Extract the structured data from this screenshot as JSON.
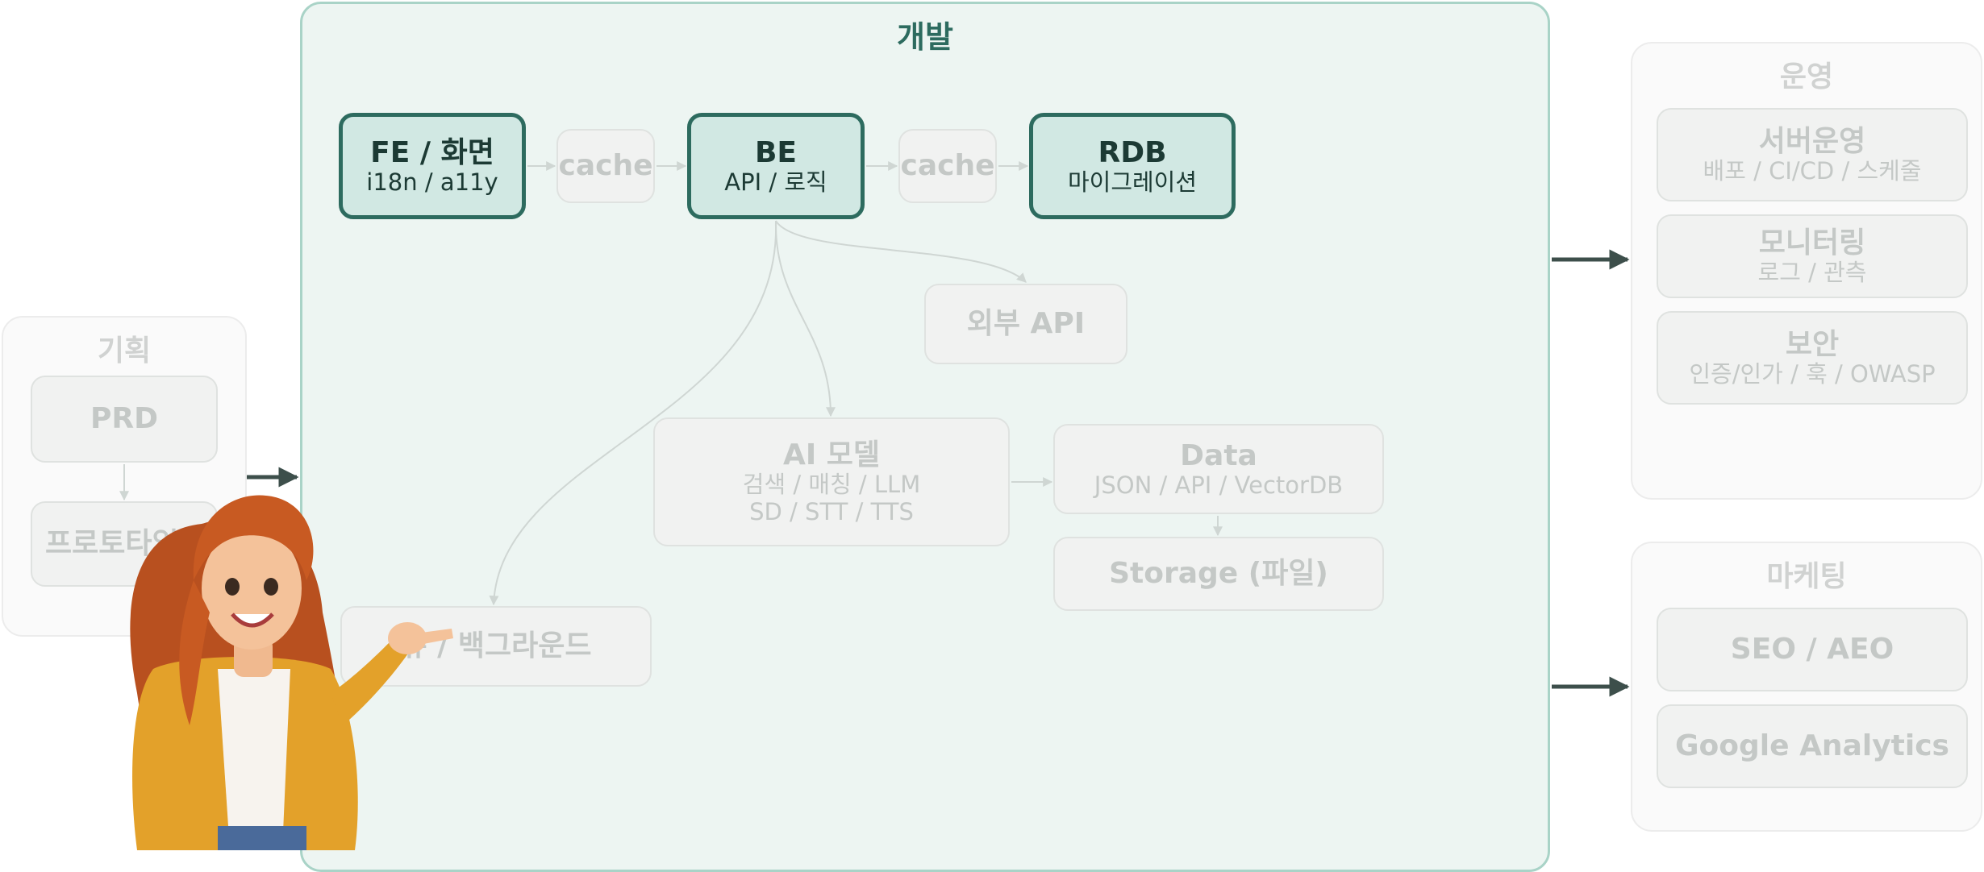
{
  "groups": {
    "planning": {
      "title": "기획",
      "nodes": {
        "prd": "PRD",
        "prototype": "프로토타입"
      }
    },
    "dev": {
      "title": "개발",
      "nodes": {
        "fe": {
          "title": "FE / 화면",
          "sub": "i18n / a11y"
        },
        "cache1": "cache",
        "be": {
          "title": "BE",
          "sub": "API / 로직"
        },
        "cache2": "cache",
        "rdb": {
          "title": "RDB",
          "sub": "마이그레이션"
        },
        "external_api": "외부 API",
        "ai_model": {
          "title": "AI 모델",
          "sub1": "검색 / 매칭 / LLM",
          "sub2": "SD / STT / TTS"
        },
        "data": {
          "title": "Data",
          "sub": "JSON / API / VectorDB"
        },
        "storage": "Storage (파일)",
        "queue": "큐 / 백그라운드"
      }
    },
    "ops": {
      "title": "운영",
      "nodes": {
        "server": {
          "title": "서버운영",
          "sub": "배포 / CI/CD / 스케줄"
        },
        "monitoring": {
          "title": "모니터링",
          "sub": "로그 / 관측"
        },
        "security": {
          "title": "보안",
          "sub": "인증/인가 / 훅 / OWASP"
        }
      }
    },
    "marketing": {
      "title": "마케팅",
      "nodes": {
        "seo": "SEO / AEO",
        "ga": "Google Analytics"
      }
    }
  },
  "colors": {
    "dev_background": "#edf5f2",
    "dev_border": "#a9d3c7",
    "dev_title": "#2d6b5f",
    "active_fill": "#d1e8e3",
    "active_border": "#2d6b5f",
    "dim_text": "#c4c8c6",
    "connector": "#3d4f4b"
  },
  "illustration": "woman-pointing-mascot"
}
